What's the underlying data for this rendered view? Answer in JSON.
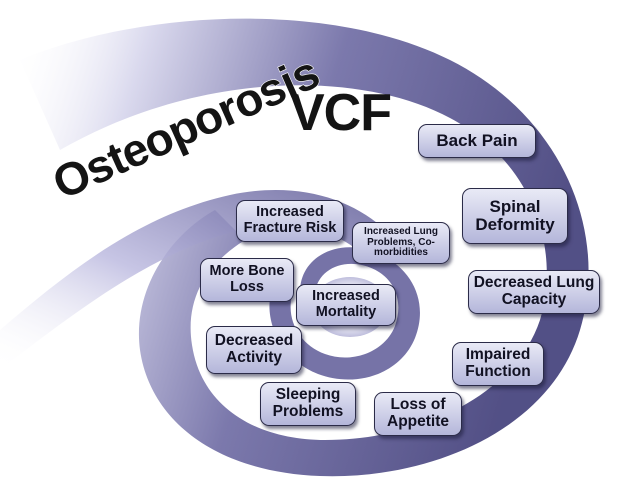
{
  "title": {
    "line1": "Osteoporosis",
    "line2": "VCF"
  },
  "colors": {
    "swirl_dark": "#48457f",
    "swirl_light": "#c9c8e6",
    "box_top": "#e9eaf6",
    "box_bottom": "#b4b6da",
    "text": "#111122"
  },
  "nodes": [
    {
      "id": "back-pain",
      "label": "Back Pain"
    },
    {
      "id": "spinal-deformity",
      "label": "Spinal Deformity"
    },
    {
      "id": "decreased-lung-capacity",
      "label": "Decreased Lung Capacity"
    },
    {
      "id": "impaired-function",
      "label": "Impaired Function"
    },
    {
      "id": "loss-of-appetite",
      "label": "Loss of Appetite"
    },
    {
      "id": "sleeping-problems",
      "label": "Sleeping Problems"
    },
    {
      "id": "decreased-activity",
      "label": "Decreased Activity"
    },
    {
      "id": "more-bone-loss",
      "label": "More Bone Loss"
    },
    {
      "id": "increased-fracture-risk",
      "label": "Increased Fracture Risk"
    },
    {
      "id": "increased-lung-problems",
      "label": "Increased Lung Problems, Co-morbidities"
    },
    {
      "id": "increased-mortality",
      "label": "Increased Mortality"
    }
  ]
}
